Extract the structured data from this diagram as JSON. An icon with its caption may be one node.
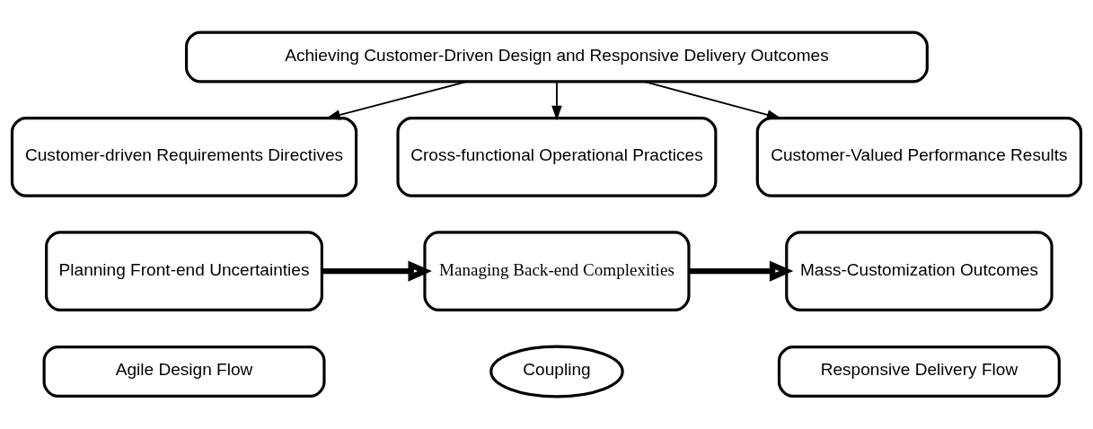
{
  "diagram": {
    "nodes": [
      {
        "text": [
          "Achieving Customer-Driven Design and Responsive Delivery Outcomes"
        ]
      },
      {
        "text": [
          "Customer-driven Requirements Directives"
        ]
      },
      {
        "text": [
          "Cross-functional Operational Practices"
        ]
      },
      {
        "text": [
          "Customer-Valued Performance Results"
        ]
      },
      {
        "text": [
          "Planning Front-end Uncertainties"
        ]
      },
      {
        "text": [
          "Managing Back-end Complexities"
        ]
      },
      {
        "text": [
          "Mass-Customization Outcomes"
        ]
      },
      {
        "text": [
          "Agile Design Flow"
        ]
      },
      {
        "text": [
          "Coupling"
        ]
      },
      {
        "text": [
          "Responsive Delivery Flow"
        ]
      }
    ],
    "edges": [
      {
        "from": 0,
        "to": 1,
        "arrow": "to"
      },
      {
        "from": 0,
        "to": 2,
        "arrow": "to"
      },
      {
        "from": 0,
        "to": 3,
        "arrow": "to"
      },
      {
        "from": 4,
        "to": 5,
        "arrow": "to",
        "style": "thick"
      },
      {
        "from": 5,
        "to": 6,
        "arrow": "to",
        "style": "thick"
      }
    ]
  }
}
